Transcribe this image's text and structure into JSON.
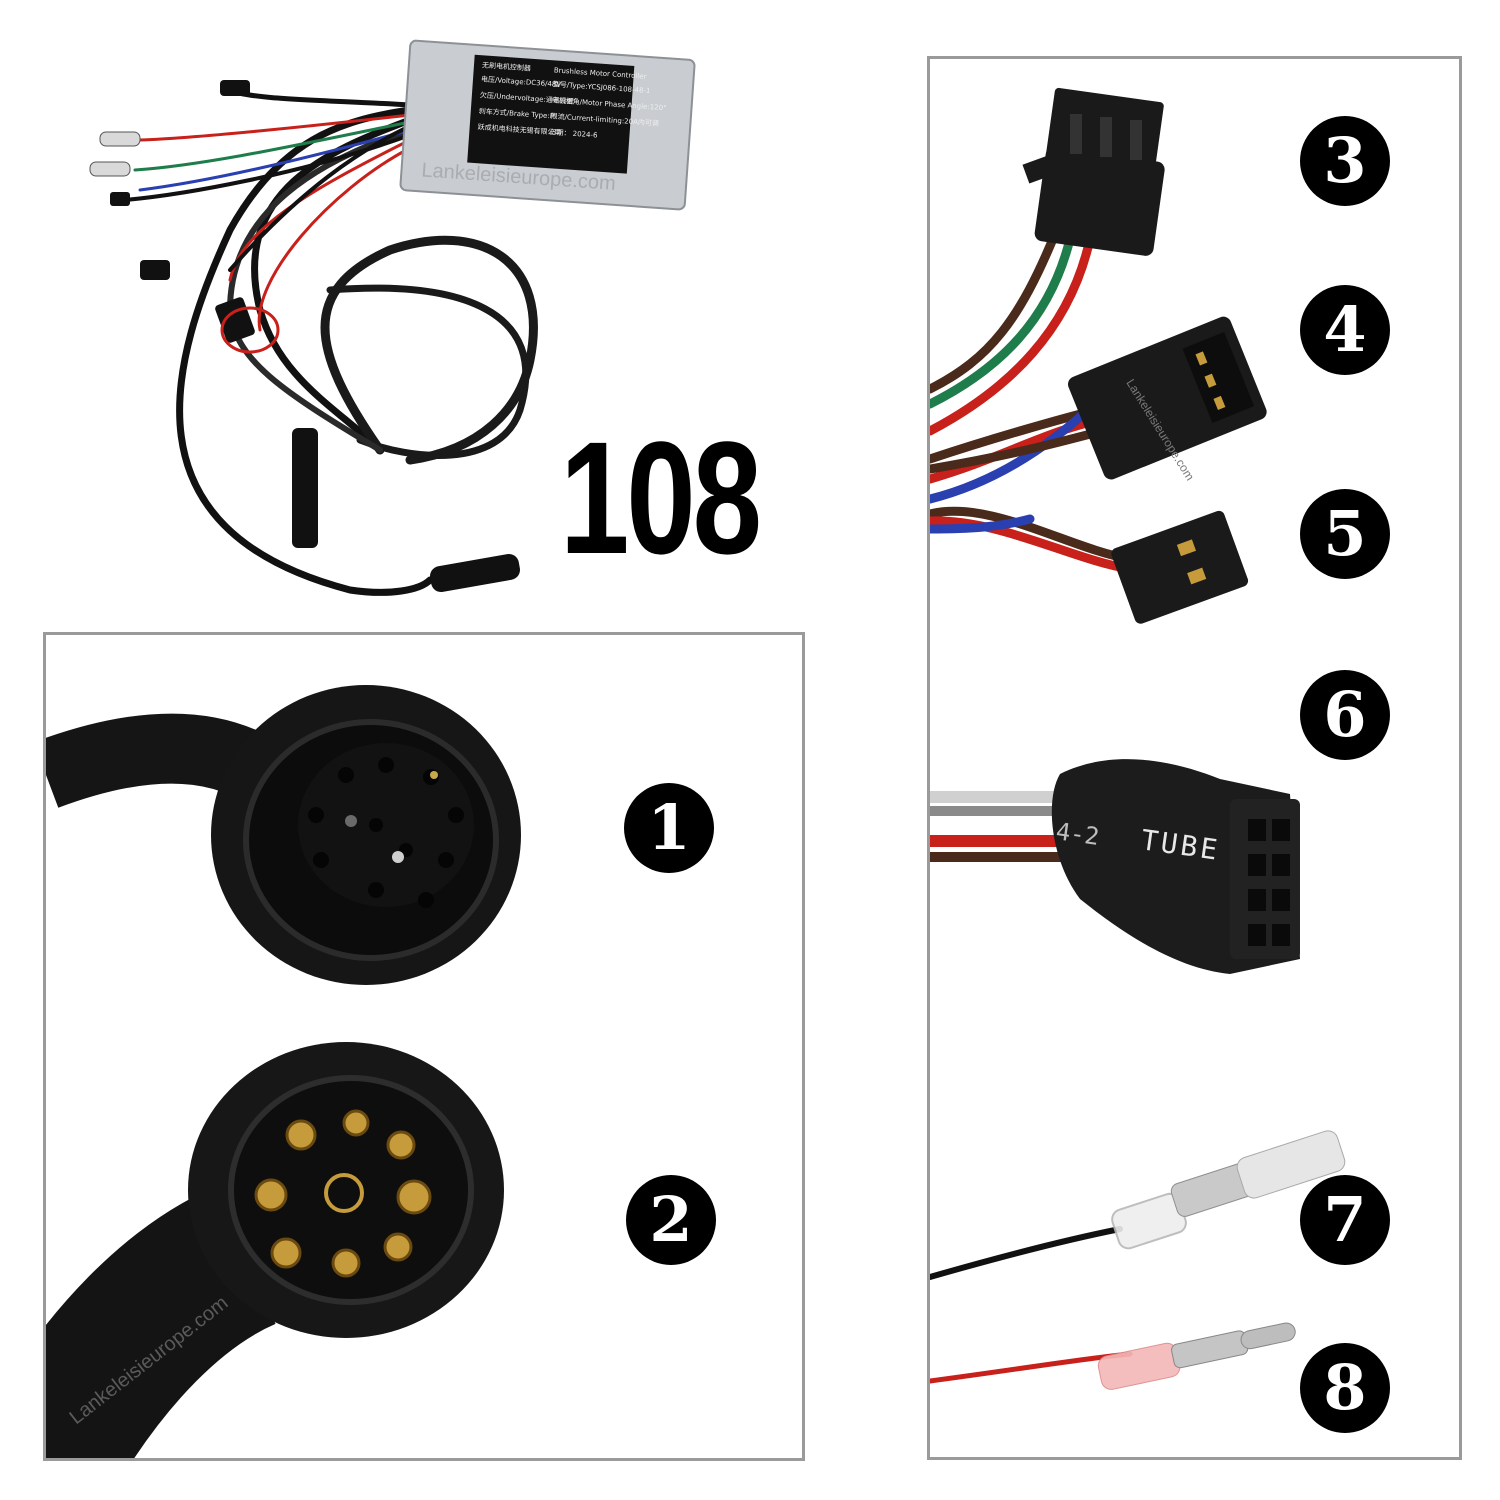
{
  "model_number": "108",
  "labels": {
    "l1": "1",
    "l2": "2",
    "l3": "3",
    "l4": "4",
    "l5": "5",
    "l6": "6",
    "l7": "7",
    "l8": "8"
  },
  "controller_label": {
    "cn_title": "无刷电机控制器",
    "en_title": "Brushless Motor Controller",
    "voltage": "电压/Voltage:DC36/48V",
    "type": "型号/Type:YCSJ086-108-48-1",
    "undervoltage": "欠压/Undervoltage:通讯设置",
    "phase_angle": "电机相角/Motor Phase Angle:120°",
    "brake": "刹车方式/Brake Type:P",
    "current": "限流/Current-limiting:20A内可调",
    "maker": "跃成机电科技无锡有限公司",
    "date": "日期： 2024-6"
  },
  "watermark": "Lankeleisieurope.com",
  "tube_text": "TUBE",
  "tube_code": "4-2",
  "colors": {
    "wire_red": "#c8201a",
    "wire_green": "#1e7d4a",
    "wire_brown": "#4a2a1a",
    "wire_blue": "#2a3fb0",
    "housing": "#c9ccd0"
  }
}
